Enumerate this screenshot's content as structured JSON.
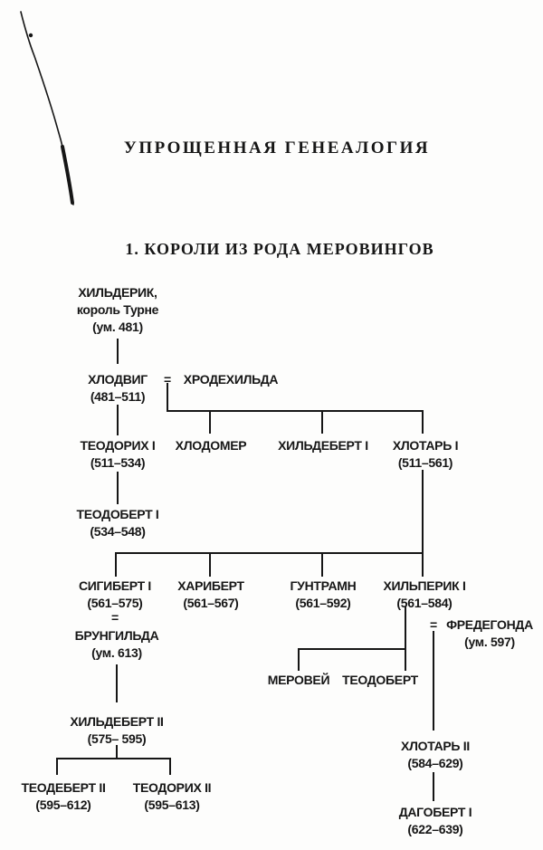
{
  "page": {
    "title": "УПРОЩЕННАЯ ГЕНЕАЛОГИЯ",
    "section_title": "1. КОРОЛИ ИЗ РОДА МЕРОВИНГОВ"
  },
  "symbols": {
    "marriage": "="
  },
  "tree": {
    "childeric": {
      "name": "ХИЛЬДЕРИК,",
      "title": "король Турне",
      "dates": "(ум. 481)"
    },
    "clovis": {
      "name": "ХЛОДВИГ",
      "dates": "(481–511)"
    },
    "chrodechild": {
      "name": "ХРОДЕХИЛЬДА"
    },
    "theodoric1": {
      "name": "ТЕОДОРИХ I",
      "dates": "(511–534)"
    },
    "chlodomer": {
      "name": "ХЛОДОМЕР"
    },
    "childebert1": {
      "name": "ХИЛЬДЕБЕРТ I"
    },
    "chlothar1": {
      "name": "ХЛОТАРЬ I",
      "dates": "(511–561)"
    },
    "theodobert1": {
      "name": "ТЕОДОБЕРТ I",
      "dates": "(534–548)"
    },
    "sigibert1": {
      "name": "СИГИБЕРТ I",
      "dates": "(561–575)"
    },
    "charibert": {
      "name": "ХАРИБЕРТ",
      "dates": "(561–567)"
    },
    "guntram": {
      "name": "ГУНТРАМН",
      "dates": "(561–592)"
    },
    "chilperic1": {
      "name": "ХИЛЬПЕРИК I",
      "dates": "(561–584)"
    },
    "brunhilda": {
      "name": "БРУНГИЛЬДА",
      "dates": "(ум. 613)"
    },
    "fredegund": {
      "name": "ФРЕДЕГОНДА",
      "dates": "(ум. 597)"
    },
    "merovech": {
      "name": "МЕРОВЕЙ"
    },
    "theodobert": {
      "name": "ТЕОДОБЕРТ"
    },
    "childebert2": {
      "name": "ХИЛЬДЕБЕРТ II",
      "dates": "(575– 595)"
    },
    "theodebert2": {
      "name": "ТЕОДЕБЕРТ II",
      "dates": "(595–612)"
    },
    "theodoric2": {
      "name": "ТЕОДОРИХ II",
      "dates": "(595–613)"
    },
    "chlothar2": {
      "name": "ХЛОТАРЬ II",
      "dates": "(584–629)"
    },
    "dagobert1": {
      "name": "ДАГОБЕРТ I",
      "dates": "(622–639)"
    }
  },
  "colors": {
    "ink": "#161616",
    "paper": "#fdfdfc"
  }
}
